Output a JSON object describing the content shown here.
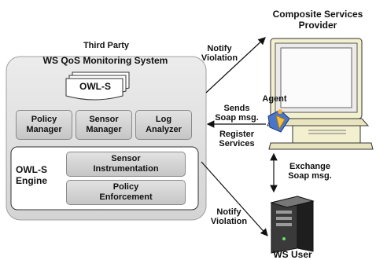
{
  "third_party": {
    "heading_line1": "Third Party",
    "heading_line2": "WS QoS Monitoring System",
    "owls_doc": "OWL-S",
    "policy_manager": "Policy\nManager",
    "sensor_manager": "Sensor\nManager",
    "log_analyzer": "Log\nAnalyzer",
    "engine_label": "OWL-S\nEngine",
    "sensor_instrumentation": "Sensor\nInstrumentation",
    "policy_enforcement": "Policy\nEnforcement"
  },
  "provider": {
    "heading": "Composite Services\nProvider",
    "agent": "Agent"
  },
  "ws_user": "WS User",
  "arrows": {
    "notify_top": "Notify\nViolation",
    "sends": "Sends\nSoap msg.",
    "register": "Register\nServices",
    "exchange": "Exchange\nSoap msg.",
    "notify_bottom": "Notify\nViolation"
  }
}
